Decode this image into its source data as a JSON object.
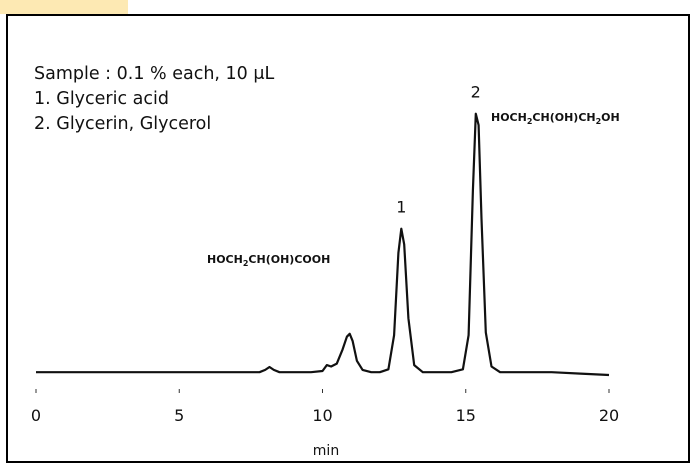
{
  "legend": {
    "sample": "Sample : 0.1 % each, 10 μL",
    "item_1": "1. Glyceric acid",
    "item_2": "2. Glycerin, Glycerol"
  },
  "annotations": {
    "formula_1": [
      "HOCH",
      "2",
      "CH(OH)COOH"
    ],
    "formula_2": [
      "HOCH",
      "2",
      "CH(OH)CH",
      "2",
      "OH"
    ]
  },
  "colors": {
    "frame": "#000000",
    "trace": "#111111",
    "corner_tab": "#fde9b3"
  },
  "chart_data": {
    "type": "line",
    "xlabel": "min",
    "ylabel": "",
    "xlim": [
      0,
      20
    ],
    "ylim": [
      0,
      100
    ],
    "xticks": [
      0,
      5,
      10,
      15,
      20
    ],
    "xtick_labels": [
      "0",
      "5",
      "10",
      "15",
      "20"
    ],
    "grid": false,
    "series": [
      {
        "x": [
          0,
          1,
          2,
          3,
          4,
          5,
          6,
          7,
          7.8,
          8.0,
          8.15,
          8.3,
          8.5,
          9,
          9.6,
          10.0,
          10.15,
          10.3,
          10.5,
          10.7,
          10.85,
          10.95,
          11.05,
          11.2,
          11.4,
          11.7,
          12.0,
          12.3,
          12.5,
          12.65,
          12.75,
          12.85,
          13.0,
          13.2,
          13.5,
          14.0,
          14.5,
          14.9,
          15.1,
          15.25,
          15.35,
          15.45,
          15.55,
          15.7,
          15.9,
          16.2,
          17,
          18,
          19,
          20
        ],
        "y": [
          1,
          1,
          1,
          1,
          1,
          1,
          1,
          1,
          1,
          1.8,
          2.8,
          1.8,
          1,
          1,
          1,
          1.4,
          3.5,
          3,
          4,
          9,
          13.5,
          14.5,
          12,
          5,
          1.8,
          1,
          1,
          2,
          14,
          43,
          51.5,
          46,
          20,
          3.5,
          1,
          1,
          1,
          2,
          14,
          65,
          92,
          88,
          55,
          15,
          3,
          1,
          1,
          1,
          0.5,
          0
        ]
      }
    ],
    "peaks": [
      {
        "label": "1",
        "x": 12.75,
        "y": 51.5
      },
      {
        "label": "2",
        "x": 15.35,
        "y": 92
      }
    ]
  }
}
